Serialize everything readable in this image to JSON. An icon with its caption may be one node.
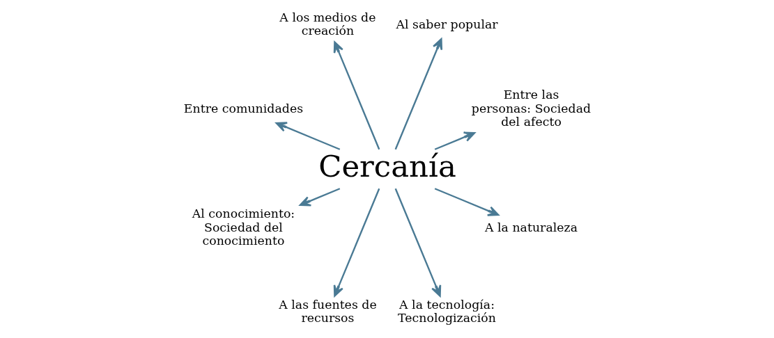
{
  "diagram": {
    "nodes": [
      {
        "text": [
          "Cercanía"
        ]
      },
      {
        "text": [
          "Entre las personas: Sociedad del afecto"
        ]
      },
      {
        "text": [
          "Al saber popular"
        ]
      },
      {
        "text": [
          "A los medios de creación"
        ]
      },
      {
        "text": [
          "Entre comunidades"
        ]
      },
      {
        "text": [
          "Al conocimiento: Sociedad del conocimiento"
        ]
      },
      {
        "text": [
          "A las fuentes de recursos"
        ]
      },
      {
        "text": [
          "A la tecnología: Tecnologización"
        ]
      },
      {
        "text": [
          "A la naturaleza"
        ]
      }
    ],
    "edges": [
      {
        "from": 0,
        "to": 1,
        "arrow": "to"
      },
      {
        "from": 0,
        "to": 2,
        "arrow": "to"
      },
      {
        "from": 0,
        "to": 3,
        "arrow": "to"
      },
      {
        "from": 0,
        "to": 4,
        "arrow": "to"
      },
      {
        "from": 0,
        "to": 5,
        "arrow": "to"
      },
      {
        "from": 0,
        "to": 6,
        "arrow": "to"
      },
      {
        "from": 0,
        "to": 7,
        "arrow": "to"
      },
      {
        "from": 0,
        "to": 8,
        "arrow": "to"
      }
    ]
  }
}
